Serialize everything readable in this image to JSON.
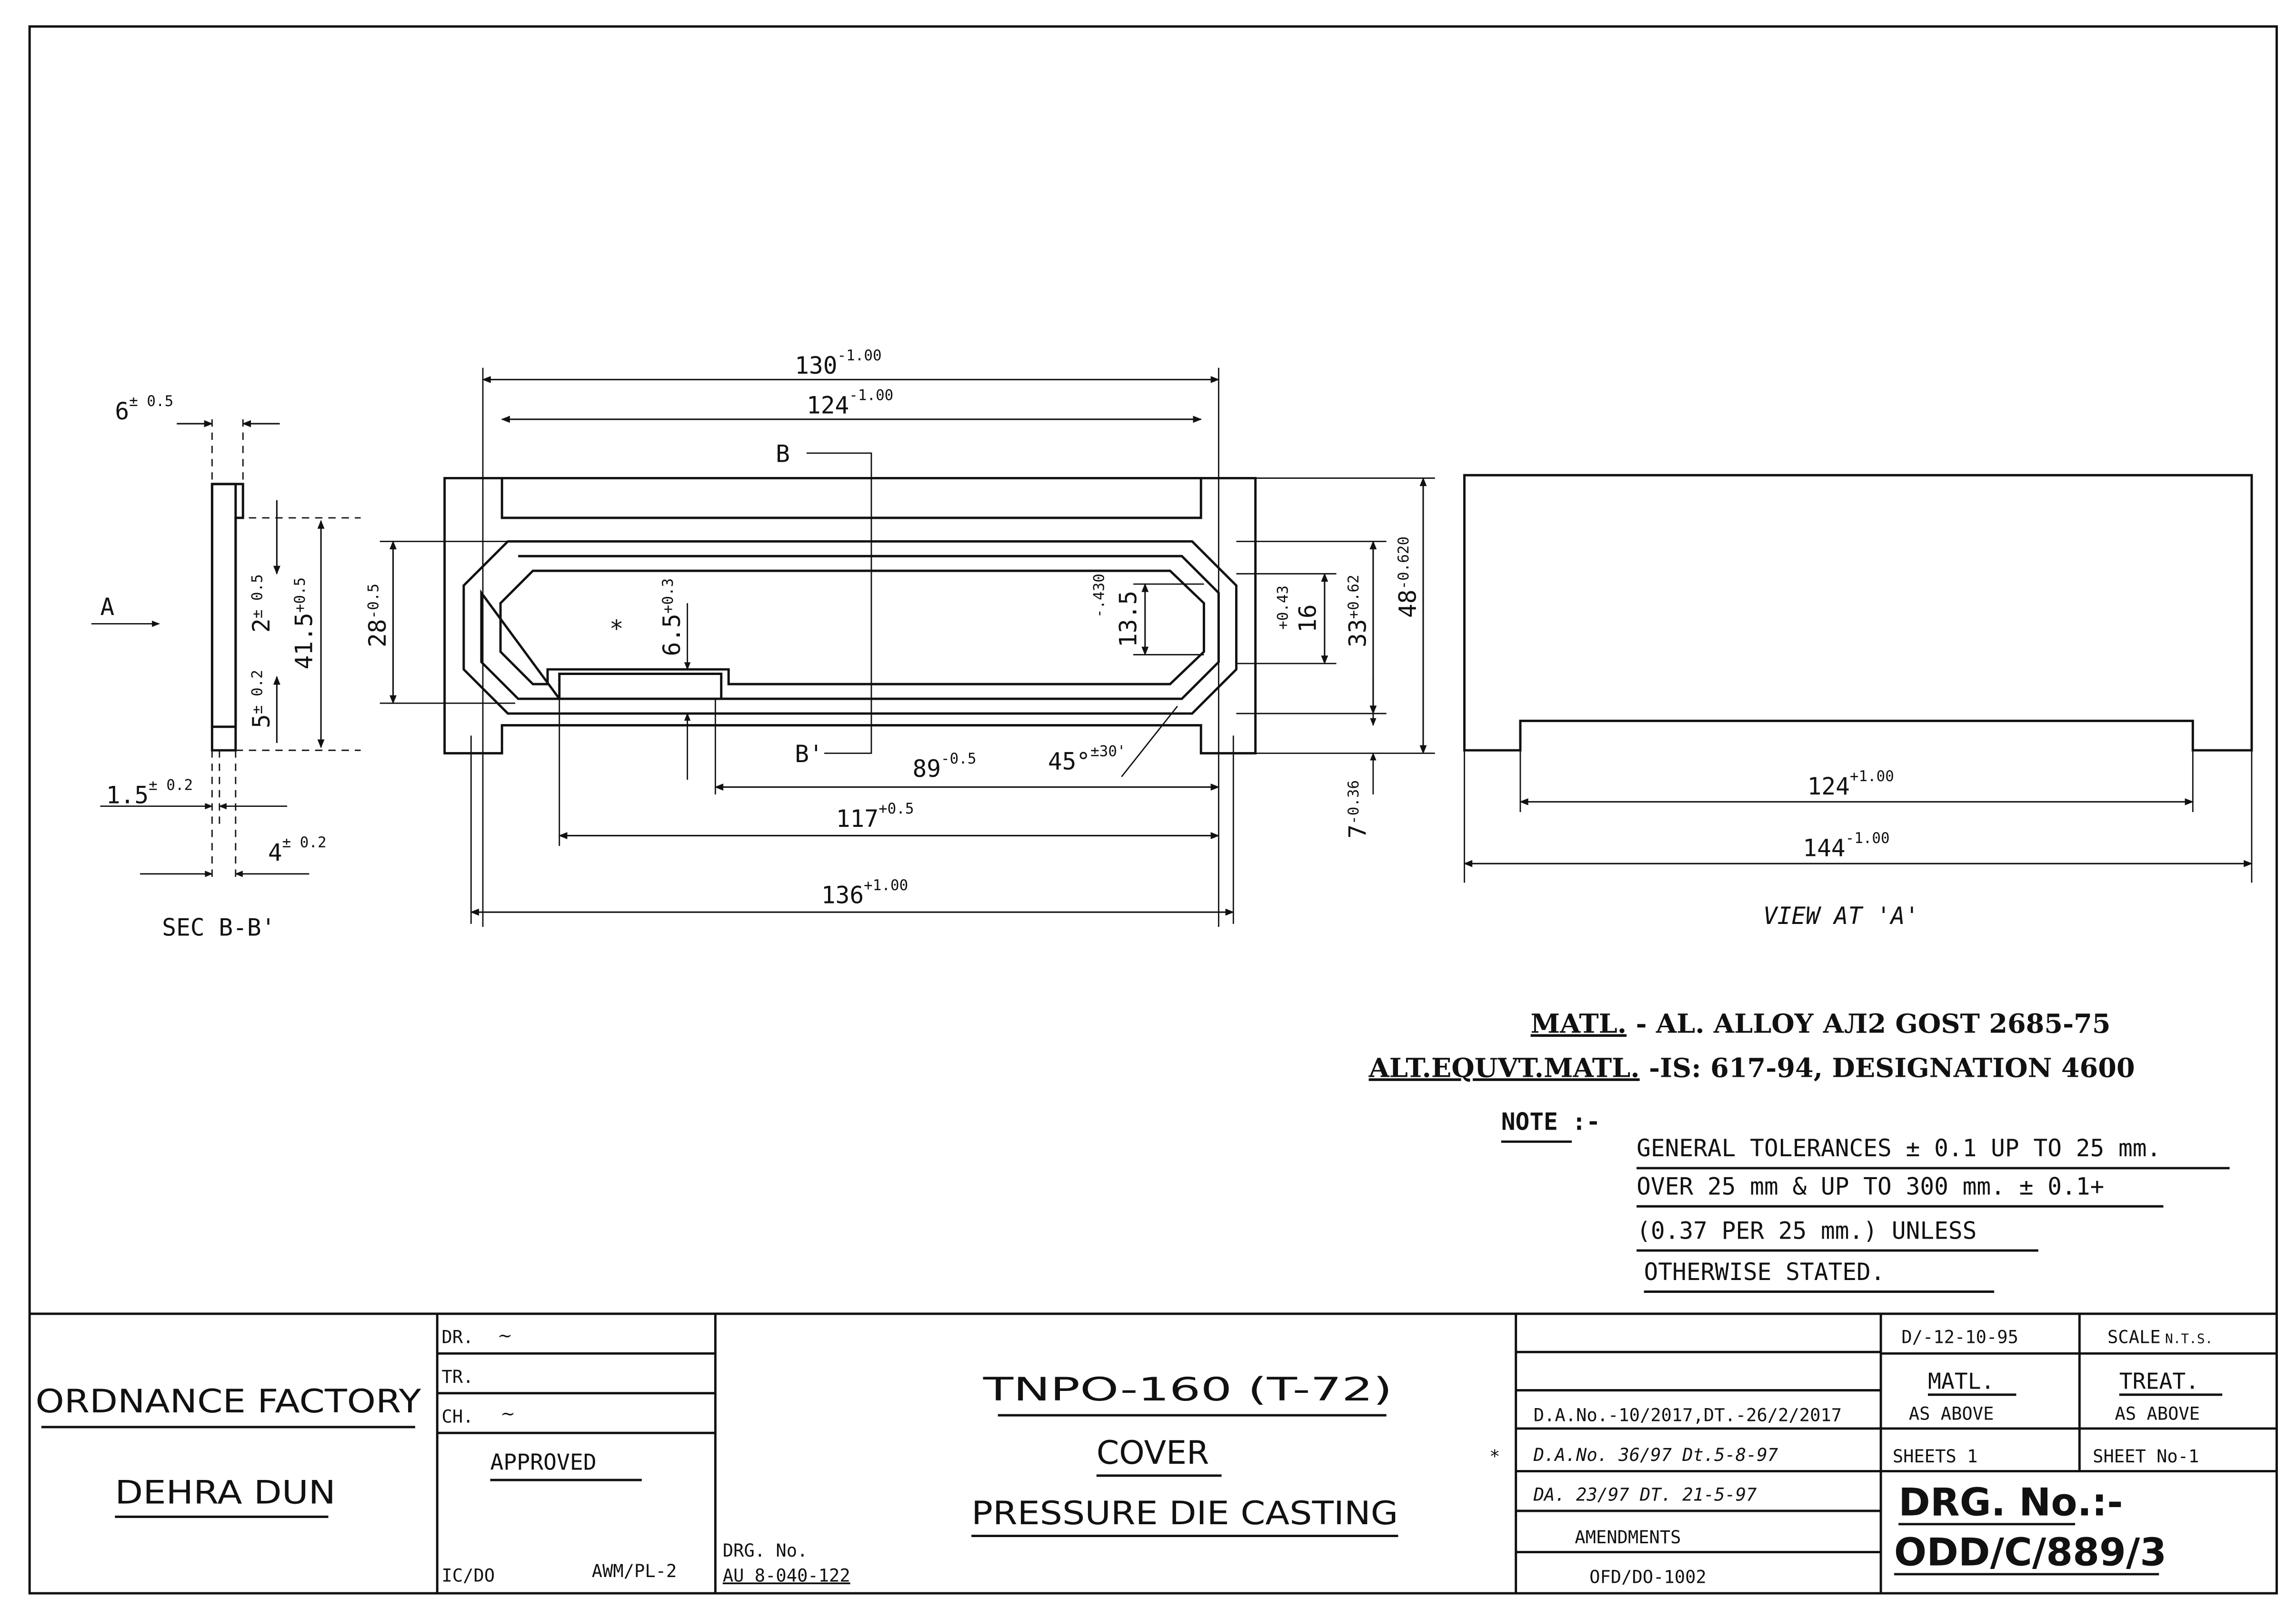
{
  "section_view": {
    "label": "SEC  B-B'",
    "arrow_label": "A",
    "dims": {
      "width": {
        "value": "6",
        "tol": "± 0.5"
      },
      "height": {
        "value": "41.5",
        "tol": "+0.5"
      },
      "upper": {
        "value": "2",
        "tol": "± 0.5"
      },
      "lower": {
        "value": "5",
        "tol": "± 0.2"
      },
      "wall": {
        "value": "1.5",
        "tol": "± 0.2"
      },
      "depth": {
        "value": "4",
        "tol": "± 0.2"
      }
    }
  },
  "front_view": {
    "section_mark_top": "B",
    "section_mark_bottom": "B'",
    "asterisk": "*",
    "dims": {
      "overall_top": {
        "value": "130",
        "tol": "-1.00"
      },
      "inner_top": {
        "value": "124",
        "tol": "-1.00"
      },
      "overall_bottom": {
        "value": "136",
        "tol": "+1.00"
      },
      "recess": {
        "value": "117",
        "tol": "+0.5"
      },
      "slot": {
        "value": "89",
        "tol": "-0.5"
      },
      "chamfer": {
        "value": "45°",
        "tol": "±30'"
      },
      "cavity_h": {
        "value": "28",
        "tol": "-0.5"
      },
      "step": {
        "value": "6.5",
        "tol": "+0.3"
      },
      "end_inner": {
        "value": "13.5",
        "tol": "-.430"
      },
      "end": {
        "value": "16",
        "tol": "+0.43"
      },
      "mid": {
        "value": "33",
        "tol": "+0.62"
      },
      "overall_h": {
        "value": "48",
        "tol": "-0.620"
      },
      "flange": {
        "value": "7",
        "tol": "-0.36"
      }
    }
  },
  "view_a": {
    "label": "VIEW  AT 'A'",
    "dims": {
      "inner": {
        "value": "124",
        "tol": "+1.00"
      },
      "overall": {
        "value": "144",
        "tol": "-1.00"
      }
    }
  },
  "material": {
    "matl_label": "MATL.",
    "matl_value": " - AL. ALLOY АЛ2 GOST 2685-75",
    "alt_label": "ALT.EQUVT.MATL.",
    "alt_value": " -IS: 617-94, DESIGNATION 4600"
  },
  "note": {
    "heading": "NOTE :-",
    "lines": [
      "GENERAL TOLERANCES ± 0.1 UP TO 25 mm.",
      "OVER 25 mm & UP TO 300 mm. ± 0.1+",
      "(0.37 PER 25 mm.)  UNLESS",
      "OTHERWISE  STATED."
    ]
  },
  "title_block": {
    "factory": "ORDNANCE FACTORY",
    "city": "DEHRA DUN",
    "dr": "DR.",
    "tr": "TR.",
    "ch": "CH.",
    "approved": "APPROVED",
    "ic_do": "IC/DO",
    "awm": "AWM/PL-2",
    "drg_no_label": "DRG. No.",
    "drg_no_ref": "AU 8-040-122",
    "part": "TNPO-160 (T-72)",
    "name": "COVER",
    "process": "PRESSURE DIE CASTING",
    "amend_1": "D.A.No.-10/2017,DT.-26/2/2017",
    "amend_2": "D.A.No. 36/97 Dt.5-8-97",
    "amend_2_mark": "*",
    "amend_3": "DA. 23/97 DT. 21-5-97",
    "amendments": "AMENDMENTS",
    "ref": "OFD/DO-1002",
    "date": "D/-12-10-95",
    "scale_label": "SCALE",
    "scale_value": "N.T.S.",
    "matl_label": "MATL.",
    "matl_value": "AS ABOVE",
    "treat_label": "TREAT.",
    "treat_value": "AS ABOVE",
    "sheets": "SHEETS 1",
    "sheet_no": "SHEET No-1",
    "drg_no_heading": "DRG. No.:-",
    "drg_no": "ODD/C/889/3"
  }
}
